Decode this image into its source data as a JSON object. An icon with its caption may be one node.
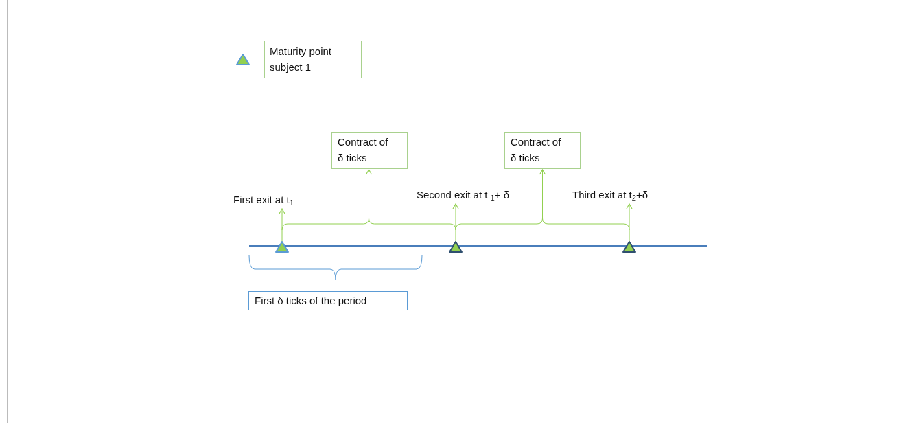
{
  "diagram": {
    "nodes": [
      {
        "text": [
          "Contract of δ ticks"
        ]
      },
      {
        "text": [
          "Contract of δ ticks"
        ]
      },
      {
        "text": [
          "First exit at t$_{1}$"
        ]
      },
      {
        "text": [
          "Second exit at t $_{1}$+ δ"
        ]
      },
      {
        "text": [
          "Third exit at t$_{2}$+δ"
        ]
      },
      {
        "text": [
          "First δ ticks of the period"
        ]
      },
      {
        "text": [],
        "shape": "triangle"
      },
      {
        "text": [],
        "shape": "triangle"
      },
      {
        "text": [],
        "shape": "triangle"
      },
      {
        "text": [],
        "shape": "brace"
      },
      {
        "text": [],
        "shape": "brace"
      }
    ],
    "edges": [
      {
        "from": 6,
        "to": 2,
        "arrow": "to"
      },
      {
        "from": 7,
        "to": 3,
        "arrow": "to"
      },
      {
        "from": 8,
        "to": 4,
        "arrow": "to"
      },
      {
        "from": 9,
        "to": 0,
        "arrow": "to"
      },
      {
        "from": 10,
        "to": 1,
        "arrow": "to"
      }
    ],
    "legend": [
      {
        "text": "Maturity point subject 1"
      }
    ]
  }
}
